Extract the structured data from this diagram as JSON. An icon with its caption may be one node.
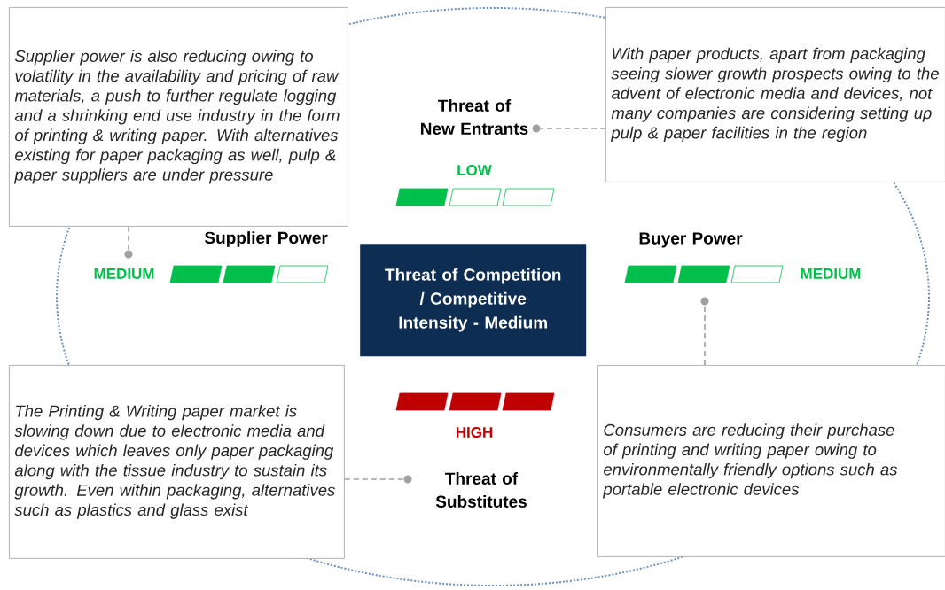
{
  "diagram": {
    "nodes": [
      {
        "text": [
          "Supplier power is also reducing owing to volatility in the availability and pricing of raw materials, a push to further regulate logging and a shrinking end use industry in the form of printing & writing paper. With alternatives existing for paper packaging as well, pulp & paper suppliers are under pressure"
        ]
      },
      {
        "text": [
          "With paper products, apart from packaging seeing slower growth prospects owing to the advent of electronic media and devices, not many companies are considering setting up pulp & paper facilities in the region"
        ]
      },
      {
        "text": [
          "Threat of New Entrants"
        ]
      },
      {
        "text": [
          "Supplier Power"
        ]
      },
      {
        "text": [
          "Buyer Power"
        ]
      },
      {
        "text": [
          "Threat of Competition / Competitive Intensity - Medium"
        ]
      },
      {
        "text": [
          "The Printing & Writing paper market is slowing down due to electronic media and devices which leaves only paper packaging along with the tissue industry to sustain its growth. Even within packaging, alternatives such as plastics and glass exist"
        ]
      },
      {
        "text": [
          "Consumers are reducing their purchase of printing and writing paper owing to environmentally friendly options such as portable electronic devices"
        ]
      },
      {
        "text": [
          "Threat of Substitutes"
        ]
      },
      {
        "text": [],
        "shape": "circle"
      },
      {
        "text": [],
        "shape": "circle"
      },
      {
        "text": [],
        "shape": "circle"
      },
      {
        "text": [],
        "shape": "circle"
      }
    ],
    "edges": [
      {
        "from": 0,
        "to": 9,
        "arrow": "none",
        "style": "dashed"
      },
      {
        "from": 1,
        "to": 11,
        "arrow": "none",
        "style": "dashed"
      },
      {
        "from": 7,
        "to": 12,
        "arrow": "none",
        "style": "dashed"
      },
      {
        "from": 6,
        "to": 10,
        "arrow": "none",
        "style": "dashed"
      }
    ],
    "labels": [
      "LOW",
      "MEDIUM",
      "MEDIUM",
      "HIGH"
    ]
  }
}
